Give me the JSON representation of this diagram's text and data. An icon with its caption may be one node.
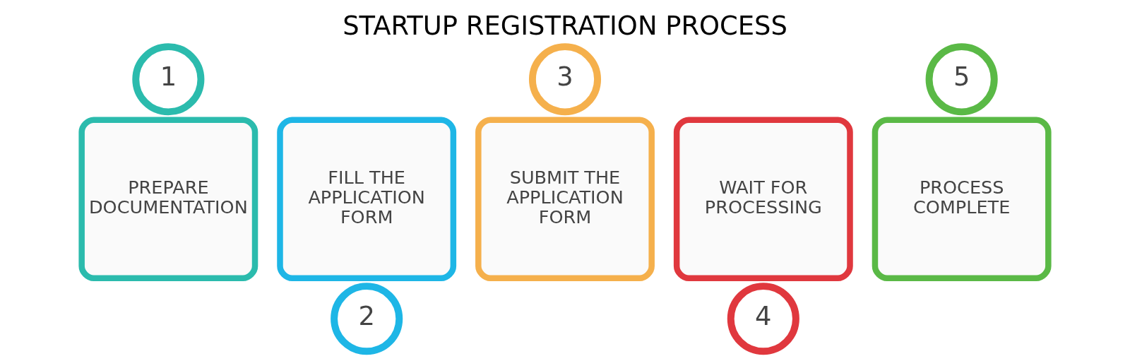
{
  "diagram": {
    "title": "STARTUP REGISTRATION PROCESS",
    "nodes": [
      {
        "text": [
          "1"
        ]
      },
      {
        "text": [
          "PREPARE DOCUMENTATION"
        ]
      },
      {
        "text": [
          "FILL THE APPLICATION FORM"
        ]
      },
      {
        "text": [
          "2"
        ]
      },
      {
        "text": [
          "3"
        ]
      },
      {
        "text": [
          "SUBMIT THE APPLICATION FORM"
        ]
      },
      {
        "text": [
          "WAIT FOR PROCESSING"
        ]
      },
      {
        "text": [
          "4"
        ]
      },
      {
        "text": [
          "5"
        ]
      },
      {
        "text": [
          "PROCESS COMPLETE"
        ]
      }
    ],
    "edges": []
  }
}
